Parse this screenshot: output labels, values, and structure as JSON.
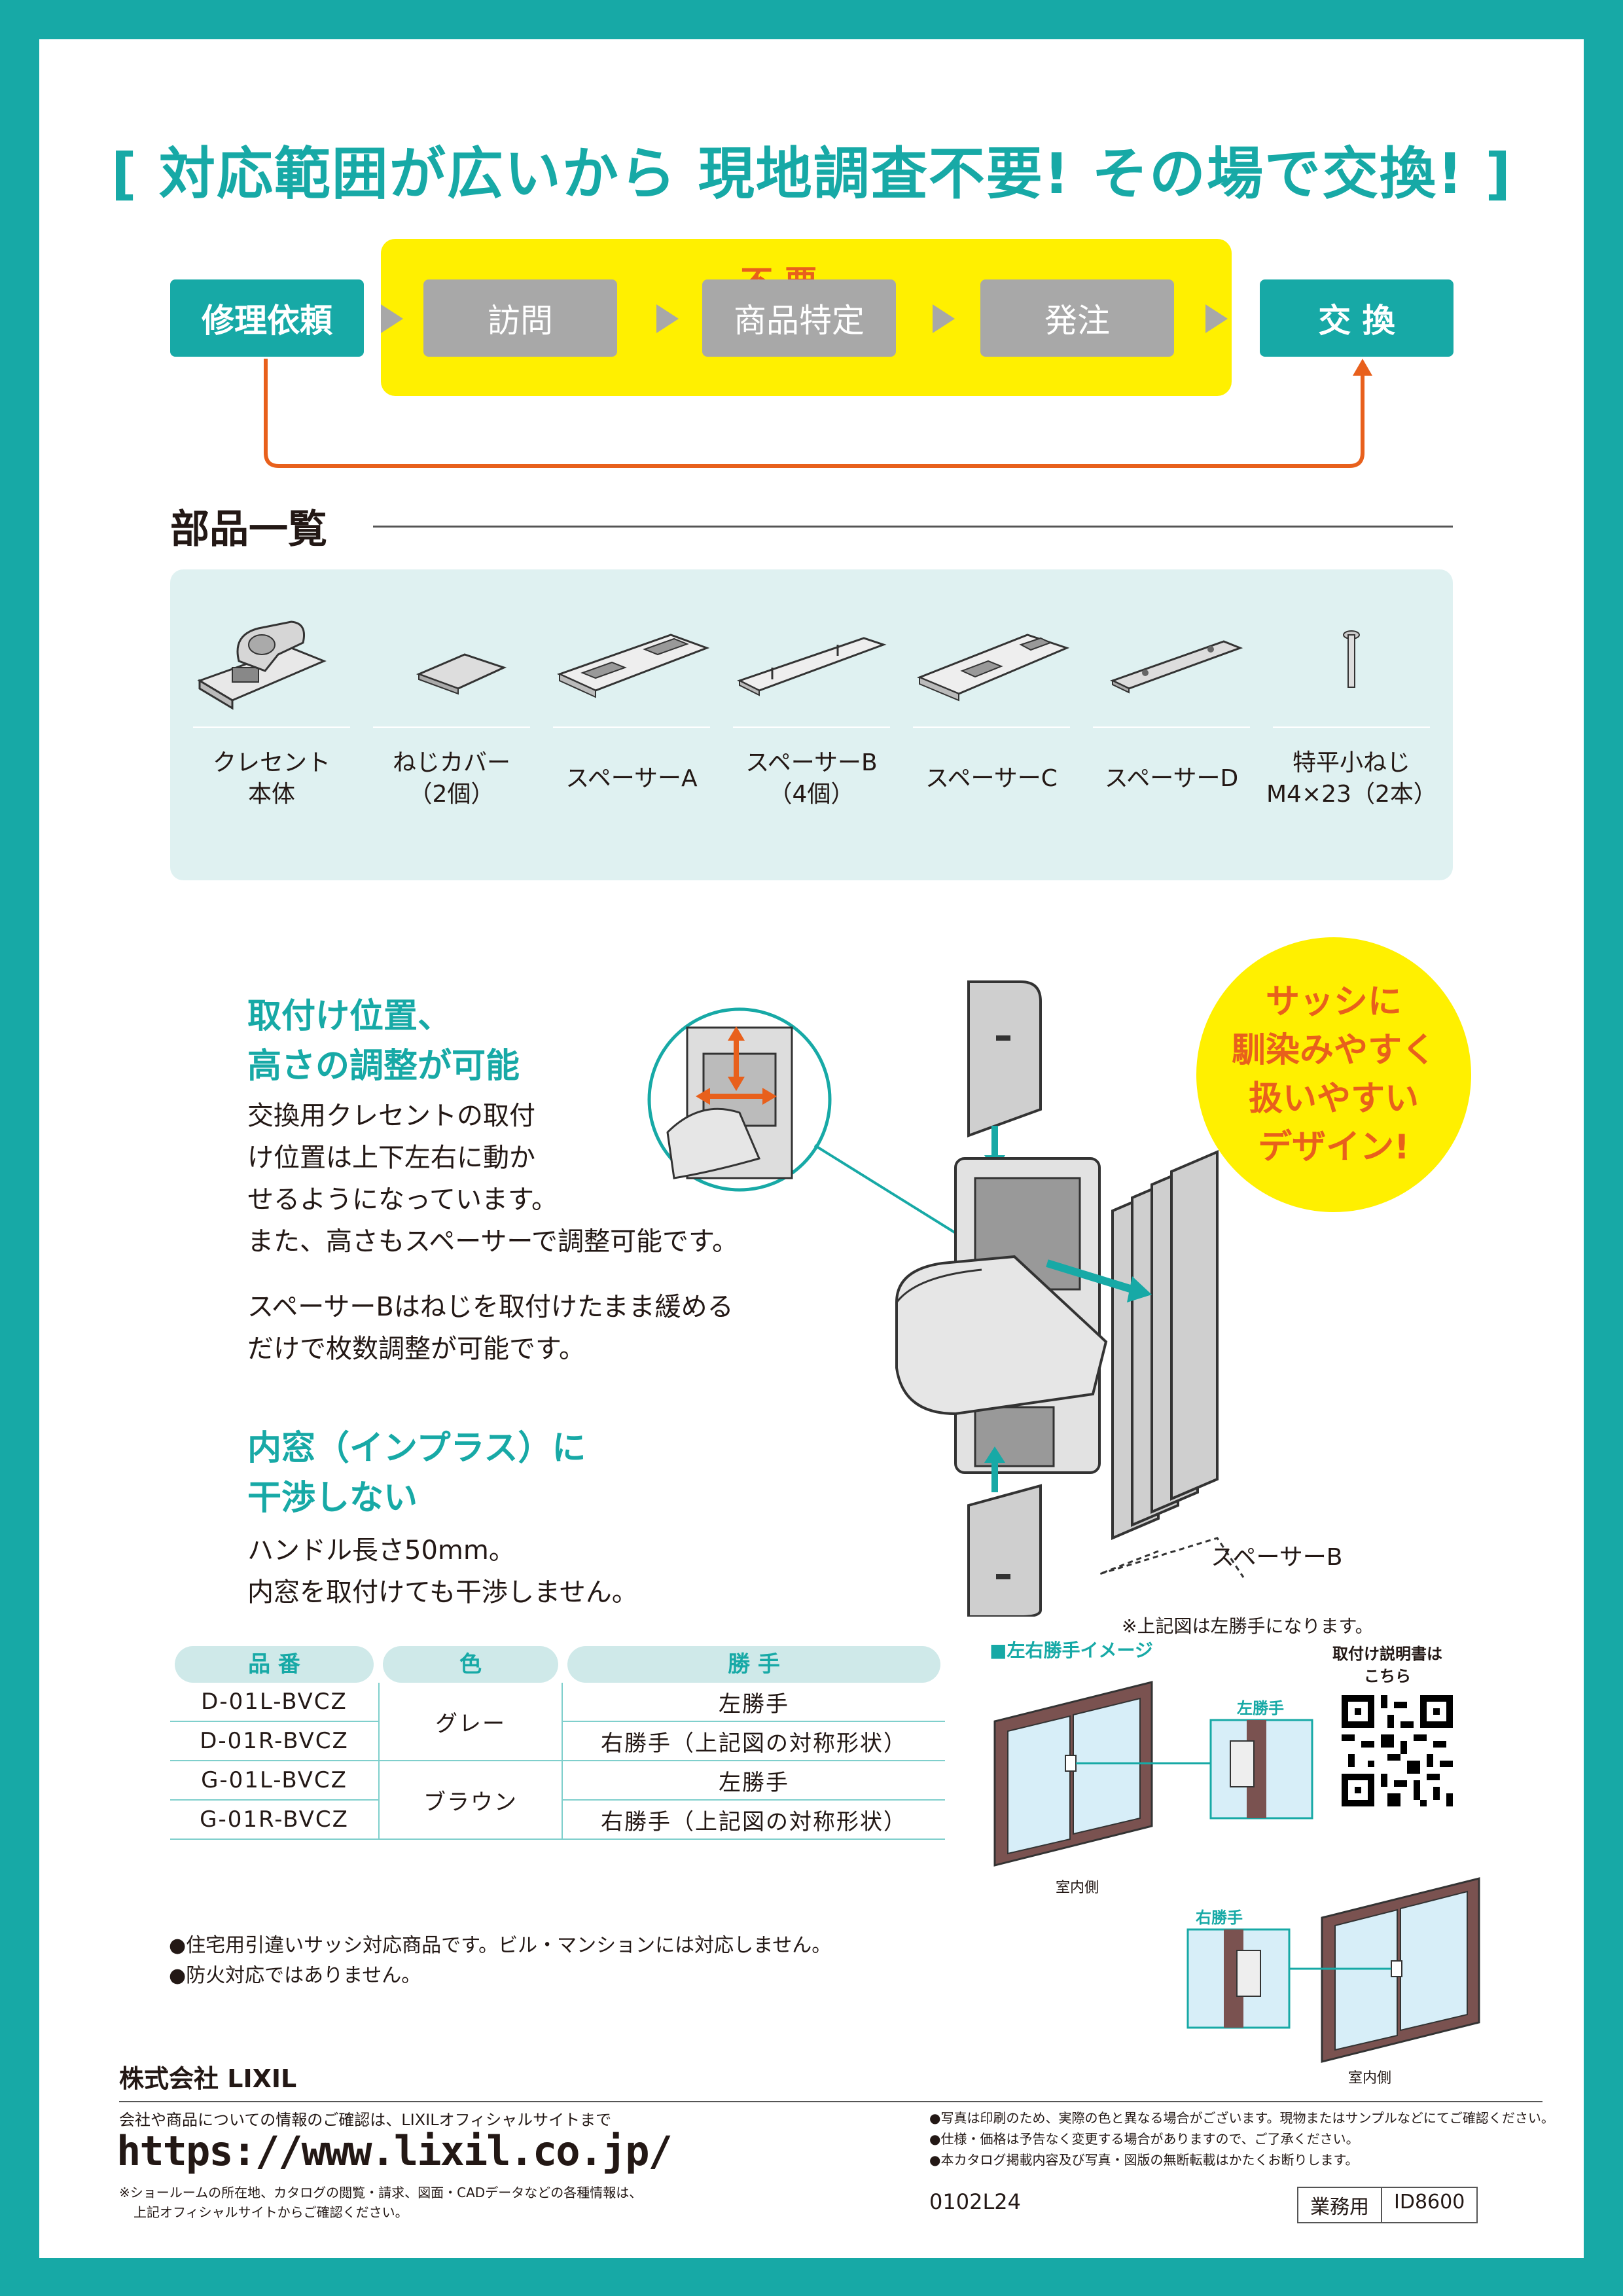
{
  "headline": "[ 対応範囲が広いから 現地調査不要! その場で交換! ]",
  "flow": {
    "unneeded_label": "不 要",
    "request": "修理依頼",
    "visit": "訪問",
    "identify": "商品特定",
    "order": "発注",
    "exchange": "交 換"
  },
  "parts": {
    "title": "部品一覧",
    "items": [
      {
        "line1": "クレセント",
        "line2": "本体"
      },
      {
        "line1": "ねじカバー",
        "line2": "（2個）"
      },
      {
        "line1": "スペーサーA",
        "line2": ""
      },
      {
        "line1": "スペーサーB",
        "line2": "（4個）"
      },
      {
        "line1": "スペーサーC",
        "line2": ""
      },
      {
        "line1": "スペーサーD",
        "line2": ""
      },
      {
        "line1": "特平小ねじ",
        "line2": "M4×23（2本）"
      }
    ]
  },
  "feature1": {
    "title_line1": "取付け位置、",
    "title_line2": "高さの調整が可能",
    "body_lines": [
      "交換用クレセントの取付",
      "け位置は上下左右に動か",
      "せるようになっています。",
      "また、高さもスペーサーで調整可能です。"
    ],
    "body2_lines": [
      "スペーサーBはねじを取付けたまま緩める",
      "だけで枚数調整が可能です。"
    ]
  },
  "feature2": {
    "title_line1": "内窓（インプラス）に",
    "title_line2": "干渉しない",
    "body_lines": [
      "ハンドル長さ50mm。",
      "内窓を取付けても干渉しません。"
    ]
  },
  "badge": {
    "lines": [
      "サッシに",
      "馴染みやすく",
      "扱いやすい",
      "デザイン!"
    ]
  },
  "diagram": {
    "spacer_label": "スペーサーB",
    "caption": "※上記図は左勝手になります。"
  },
  "spec_table": {
    "headers": [
      "品 番",
      "色",
      "勝 手"
    ],
    "rows": [
      {
        "code": "D-01L-BVCZ",
        "hand": "左勝手"
      },
      {
        "code": "D-01R-BVCZ",
        "hand": "右勝手（上記図の対称形状）"
      },
      {
        "code": "G-01L-BVCZ",
        "hand": "左勝手"
      },
      {
        "code": "G-01R-BVCZ",
        "hand": "右勝手（上記図の対称形状）"
      }
    ],
    "colors": [
      "グレー",
      "ブラウン"
    ]
  },
  "hand_image": {
    "title": "■左右勝手イメージ",
    "left_label": "左勝手",
    "right_label": "右勝手",
    "indoor": "室内側"
  },
  "qr": {
    "label_line1": "取付け説明書は",
    "label_line2": "こちら"
  },
  "notes": [
    "●住宅用引違いサッシ対応商品です。ビル・マンションには対応しません。",
    "●防火対応ではありません。"
  ],
  "footer": {
    "company": "株式会社 LIXIL",
    "contact": "会社や商品についての情報のご確認は、LIXILオフィシャルサイトまで",
    "url": "https://www.lixil.co.jp/",
    "sub_note_line1": "※ショールームの所在地、カタログの閲覧・請求、図面・CADデータなどの各種情報は、",
    "sub_note_line2": "上記オフィシャルサイトからご確認ください。",
    "disclaimers": [
      "●写真は印刷のため、実際の色と異なる場合がございます。現物またはサンプルなどにてご確認ください。",
      "●仕様・価格は予告なく変更する場合がありますので、ご了承ください。",
      "●本カタログ掲載内容及び写真・図版の無断転載はかたくお断りします。"
    ],
    "code": "0102L24",
    "usage": "業務用",
    "id": "ID8600"
  },
  "colors": {
    "teal": "#17a9a6",
    "yellow": "#fff000",
    "orange": "#e8601c",
    "gray": "#a8a8a8",
    "light_teal": "#dff1f1",
    "brown": "#7a5250"
  }
}
